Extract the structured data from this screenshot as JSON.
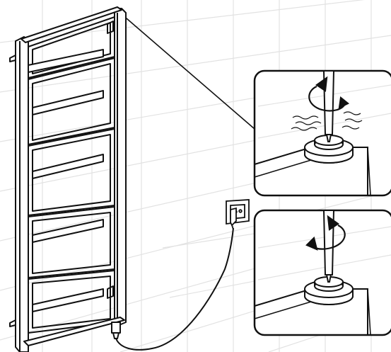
{
  "figure": {
    "colors": {
      "background": "#ffffff",
      "wall_grid": "#e2e2e2",
      "line_art": "#111111",
      "mark_fill": "#ffffff"
    },
    "items": [
      {
        "name": "towel-radiator",
        "icon": "ladder-radiator"
      },
      {
        "name": "wall-socket",
        "icon": "plug-socket"
      },
      {
        "name": "power-cable",
        "icon": "cable"
      },
      {
        "name": "detail-inset-1",
        "icon": "valve-cap-turning-with-heat-waves"
      },
      {
        "name": "detail-inset-2",
        "icon": "valve-cap-turning"
      }
    ]
  }
}
